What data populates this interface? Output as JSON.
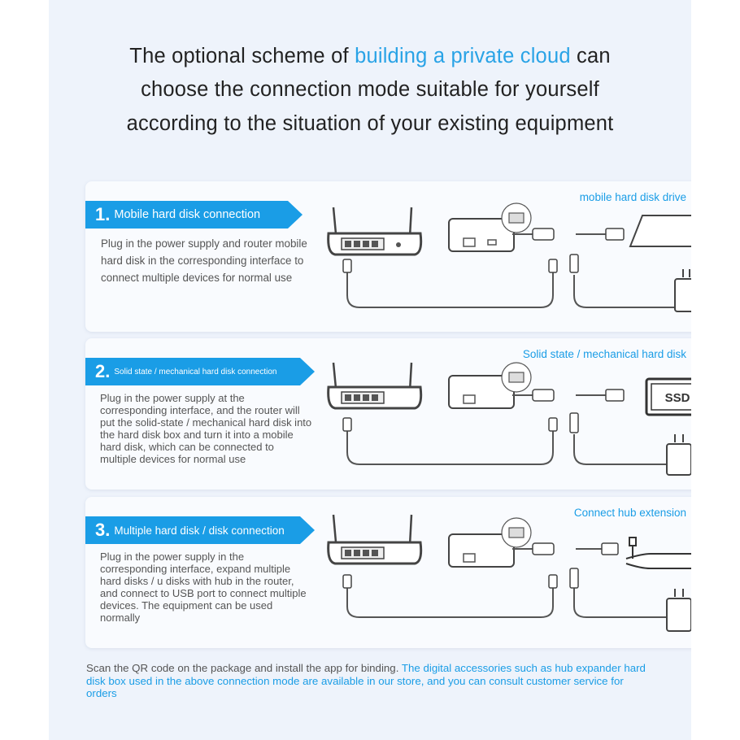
{
  "headline": {
    "line1_before": "The optional scheme of ",
    "line1_highlight": "building a private cloud",
    "line1_after": " can",
    "line2": "choose the connection mode suitable for yourself",
    "line3": "according to the situation of your existing equipment"
  },
  "sections": [
    {
      "number": "1.",
      "title": "Mobile hard disk connection",
      "description": "Plug in the power supply and router mobile hard disk in the corresponding interface to connect multiple devices for normal use",
      "device_label": "mobile hard disk drive",
      "device_icon": "external-hdd-icon"
    },
    {
      "number": "2.",
      "title": "Solid state / mechanical hard disk connection",
      "description": "Plug in the power supply at the corresponding interface, and the router will put the solid-state / mechanical hard disk into the hard disk box and turn it into a mobile hard disk, which can be connected to multiple devices for normal use",
      "device_label": "Solid state / mechanical hard disk",
      "device_icon": "ssd-icon",
      "device_text": "SSD"
    },
    {
      "number": "3.",
      "title": "Multiple hard disk / disk connection",
      "description": "Plug in the power supply in the corresponding interface, expand multiple hard disks / u disks with hub in the router, and connect to USB port to connect multiple devices. The equipment can be used normally",
      "device_label": "Connect hub extension",
      "device_icon": "usb-hub-icon"
    }
  ],
  "footer": {
    "text_plain": "Scan the QR code on the package and install the app for binding. ",
    "text_highlight": "The digital accessories such as hub expander hard disk box used in the above connection mode are available in our store, and you can consult customer service for orders"
  },
  "colors": {
    "accent": "#1a9de6",
    "page_background": "#eef3fb",
    "card_background": "#f9fbfe",
    "text": "#555555"
  }
}
